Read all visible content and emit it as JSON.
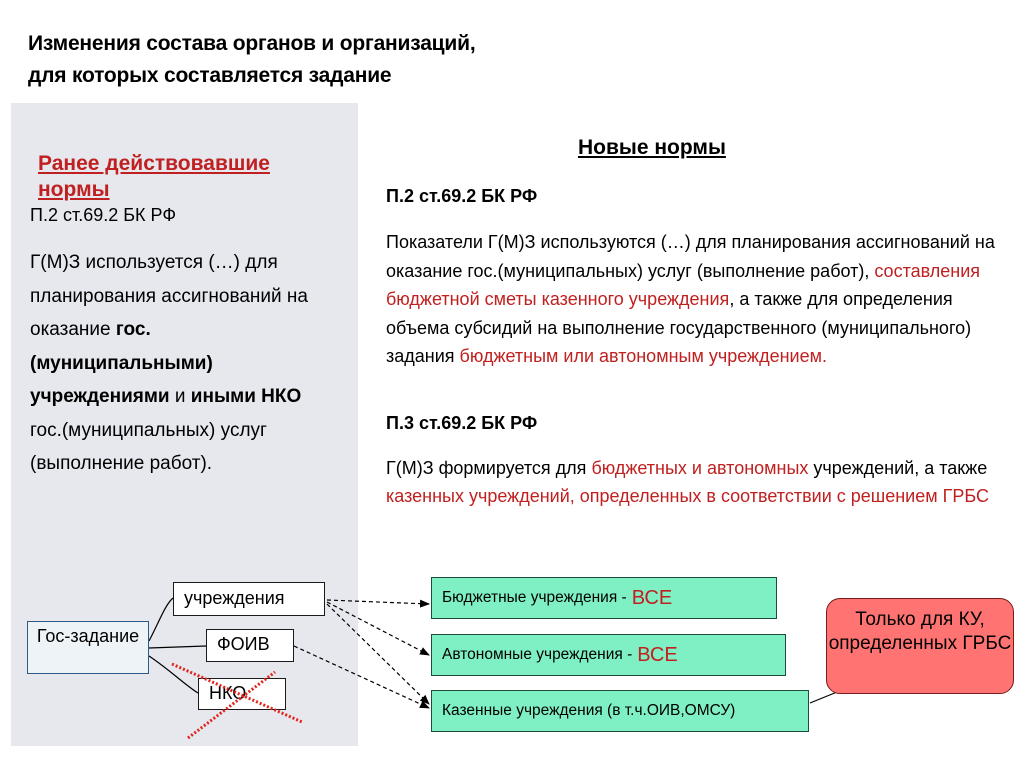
{
  "title": {
    "line1": "Изменения состава органов и организаций,",
    "line2": "для которых составляется задание"
  },
  "left": {
    "heading": "Ранее действовавшие нормы",
    "ref": "П.2 ст.69.2 БК РФ",
    "text": {
      "t1": "Г(М)З используется (…) для планирования ассигнований на оказание ",
      "b1": "гос.(муниципальными) учреждениями",
      "t2": " и ",
      "b2": "иными НКО",
      "t3": " гос.(муниципальных) услуг (выполнение работ)."
    }
  },
  "right": {
    "heading": "Новые нормы",
    "ref1": "П.2 ст.69.2 БК РФ",
    "p1": {
      "t1": "Показатели Г(М)З используются (…) для планирования ассигнований на оказание гос.(муниципальных) услуг (выполнение работ), ",
      "r1": "составления бюджетной сметы казенного учреждения",
      "t2": ", а также для определения объема субсидий на выполнение государственного (муниципального) задания ",
      "r2": "бюджетным или автономным учреждением."
    },
    "ref2": "П.3 ст.69.2 БК РФ",
    "p2": {
      "t1": "Г(М)З формируется для ",
      "r1": "бюджетных и автономных",
      "t2": " учреждений, а также ",
      "r2": "казенных учреждений, определенных в соответствии с решением ГРБС"
    }
  },
  "diagram": {
    "gos_zadanie": "Гос-задание",
    "institutions": "учреждения",
    "foiv": "ФОИВ",
    "nko": "НКО",
    "budget": {
      "label": "Бюджетные учреждения - ",
      "value": "ВСЕ"
    },
    "autonomous": {
      "label": "Автономные учреждения - ",
      "value": "ВСЕ"
    },
    "state": {
      "label": "Казенные учреждения (в т.ч.ОИВ,ОМСУ)"
    },
    "callout": "Только для КУ, определенных ГРБС"
  },
  "colors": {
    "accent_red": "#c0201f",
    "green_box": "#7ff0c4",
    "callout": "#ff7373",
    "panel": "#e6e8ee"
  }
}
